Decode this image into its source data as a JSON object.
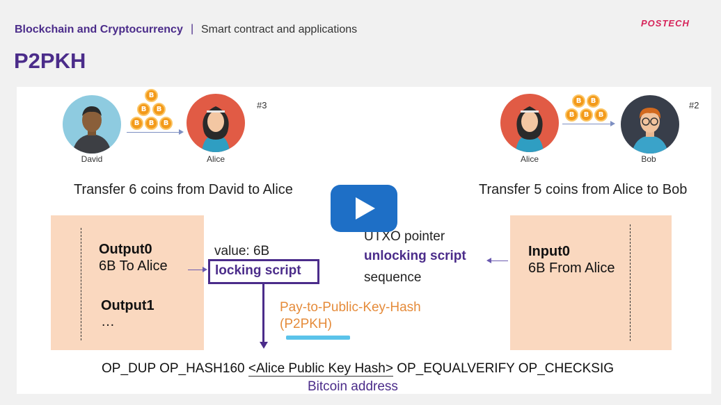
{
  "header": {
    "course": "Blockchain and Cryptocurrency",
    "separator": "|",
    "topic": "Smart contract and applications",
    "brand": "POSTECH",
    "title": "P2PKH"
  },
  "left_transfer": {
    "from_name": "David",
    "to_name": "Alice",
    "badge": "#3",
    "coin_glyph": "B",
    "caption": "Transfer 6 coins from David to Alice"
  },
  "right_transfer": {
    "from_name": "Alice",
    "to_name": "Bob",
    "badge": "#2",
    "coin_glyph": "B",
    "caption": "Transfer 5 coins from Alice to Bob"
  },
  "output_box": {
    "output0_label": "Output0",
    "output0_desc": "6B To Alice",
    "output1_label": "Output1",
    "output1_desc": "…"
  },
  "output_fields": {
    "value": "value: 6B",
    "locking_script": "locking script"
  },
  "input_fields": {
    "utxo_pointer": "UTXO pointer",
    "unlocking_script": "unlocking script",
    "sequence": "sequence"
  },
  "input_box": {
    "input0_label": "Input0",
    "input0_desc": "6B From Alice"
  },
  "p2pkh_note": {
    "line1": "Pay-to-Public-Key-Hash",
    "line2": "(P2PKH)"
  },
  "script": {
    "part1": "OP_DUP OP_HASH160 ",
    "hash": "<Alice Public Key Hash>",
    "part2": " OP_EQUALVERIFY OP_CHECKSIG",
    "address_label": "Bitcoin address"
  },
  "video": {
    "play_icon": "play-icon"
  },
  "colors": {
    "purple": "#4b2c8a",
    "orange": "#e58b3a",
    "box_fill": "#fad8bf",
    "brand": "#d6245a",
    "play": "#1e6fc6"
  }
}
